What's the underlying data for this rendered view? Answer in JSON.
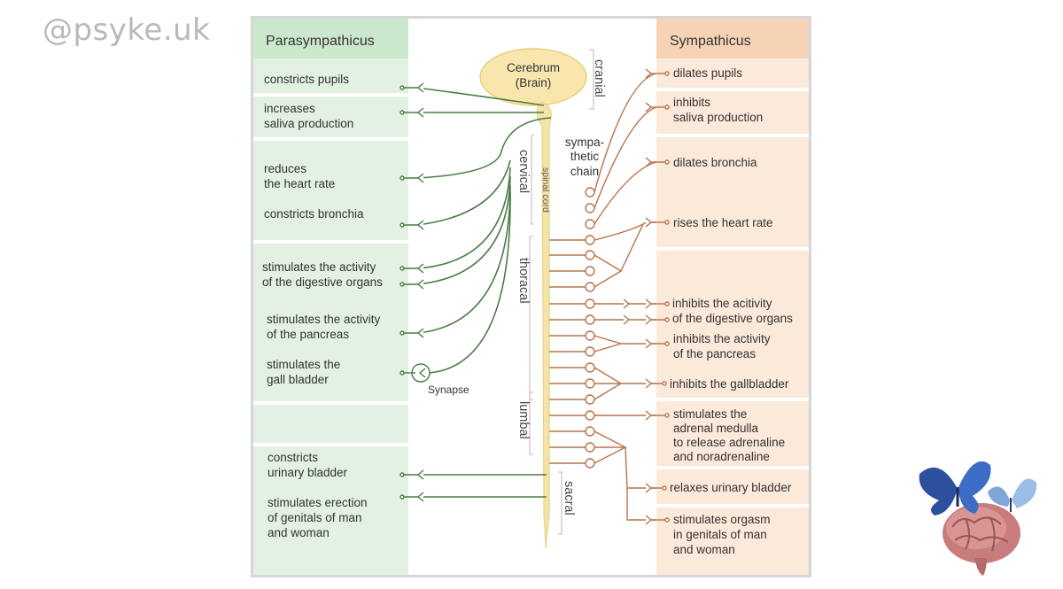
{
  "watermark": "@psyke.uk",
  "parasympathetic": {
    "title": "Parasympathicus",
    "items": [
      [
        "constricts pupils"
      ],
      [
        "increases",
        "saliva production"
      ],
      [
        "reduces",
        "the heart rate"
      ],
      [
        "constricts bronchia"
      ],
      [
        "stimulates the activity",
        "of the digestive organs"
      ],
      [
        "stimulates the activity",
        "of the pancreas"
      ],
      [
        "stimulates the",
        "gall bladder"
      ],
      [
        "constricts",
        "urinary bladder"
      ],
      [
        "stimulates erection",
        "of genitals of man",
        "and woman"
      ]
    ]
  },
  "sympathetic": {
    "title": "Sympathicus",
    "items": [
      [
        "dilates pupils"
      ],
      [
        "inhibits",
        "saliva production"
      ],
      [
        "dilates bronchia"
      ],
      [
        "rises the heart rate"
      ],
      [
        "inhibits the acitivity",
        "of the digestive organs"
      ],
      [
        "inhibits the activity",
        "of the pancreas"
      ],
      [
        "inhibits the gallbladder"
      ],
      [
        "stimulates the",
        "adrenal medulla",
        "to release adrenaline",
        "and noradrenaline"
      ],
      [
        "relaxes urinary bladder"
      ],
      [
        "stimulates orgasm",
        "in genitals of man",
        "and woman"
      ]
    ]
  },
  "center": {
    "brain": [
      "Cerebrum",
      "(Brain)"
    ],
    "chain": [
      "sympa-",
      "thetic",
      "chain"
    ],
    "spinal_cord": "spinal cord",
    "synapse": "Synapse",
    "regions": [
      "cranial",
      "cervical",
      "thoracal",
      "lumbal",
      "sacral"
    ]
  },
  "colors": {
    "para_fill": "#e2f1e2",
    "para_header": "#cce8cc",
    "symp_fill": "#fbe9d9",
    "symp_header": "#f7d3b6",
    "para_line": "#4a7d45",
    "symp_line": "#b8734c",
    "cord": "#f5e4a8",
    "text": "#333333"
  },
  "icons": [
    "butterfly-icon",
    "brain-icon"
  ]
}
